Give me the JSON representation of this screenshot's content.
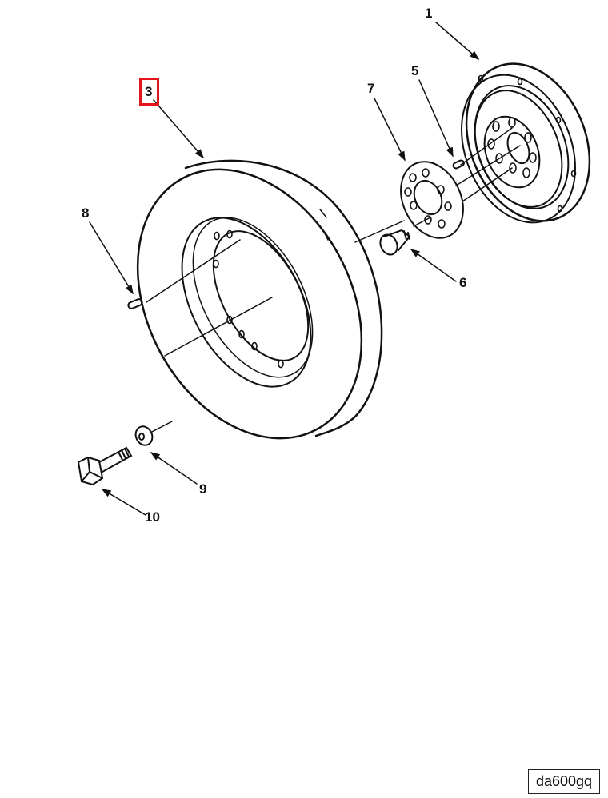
{
  "diagram": {
    "callouts": [
      {
        "id": "1",
        "label": "1"
      },
      {
        "id": "3",
        "label": "3",
        "selected": true
      },
      {
        "id": "5",
        "label": "5"
      },
      {
        "id": "6",
        "label": "6"
      },
      {
        "id": "7",
        "label": "7"
      },
      {
        "id": "8",
        "label": "8"
      },
      {
        "id": "9",
        "label": "9"
      },
      {
        "id": "10",
        "label": "10"
      }
    ],
    "figure_id": "da600gq",
    "highlight_color": "#e4141b"
  }
}
